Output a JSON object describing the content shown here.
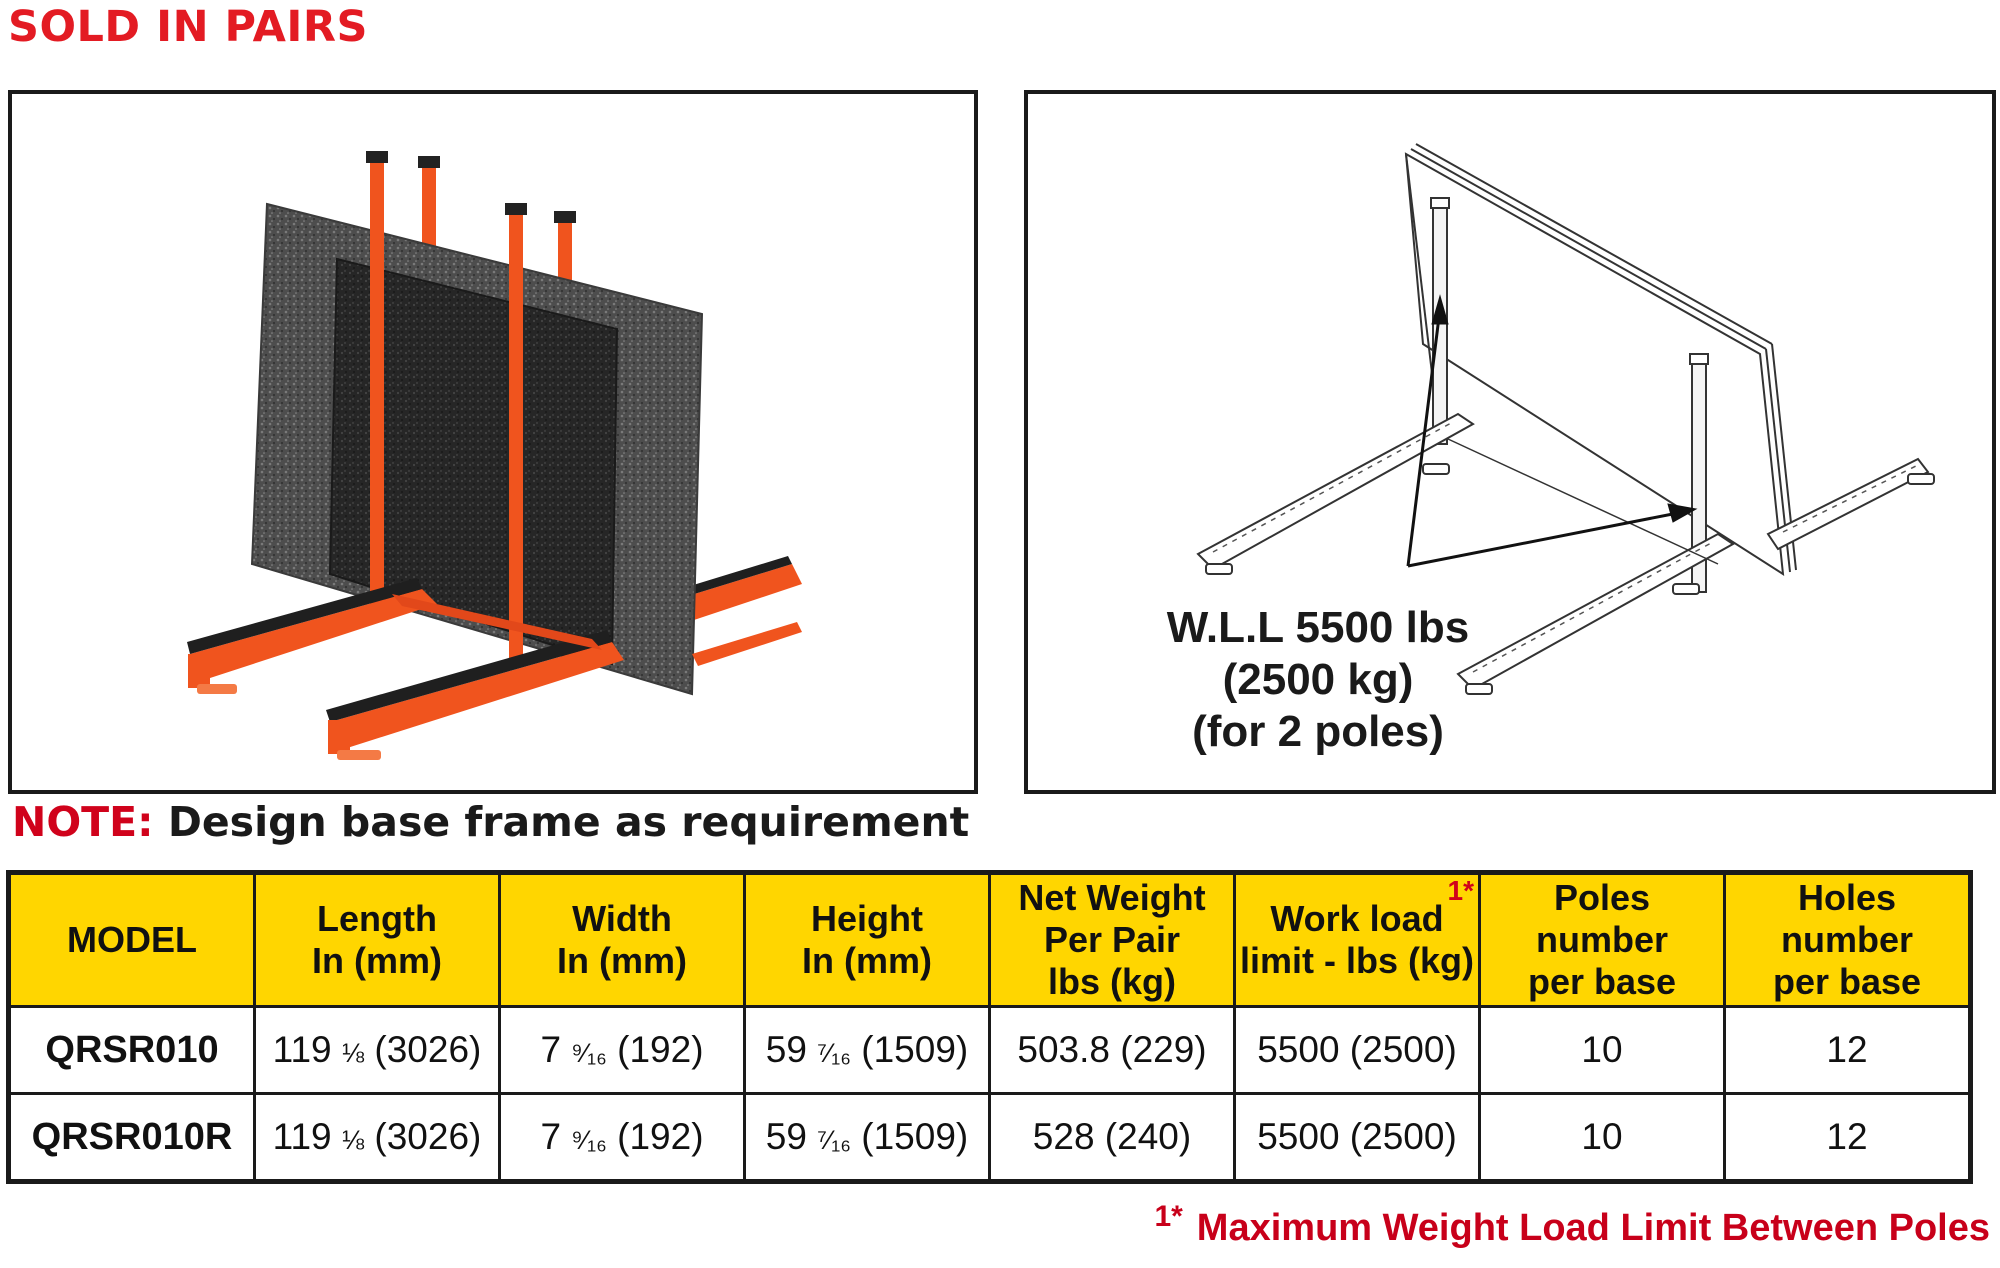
{
  "header": {
    "title": "SOLD IN PAIRS"
  },
  "colors": {
    "title_red": "#e31b23",
    "header_yellow": "#ffd600",
    "rack_orange": "#f0541e",
    "slab_gray": "#5a5a5a",
    "footnote_red": "#c8001a"
  },
  "left_panel": {
    "image": "product-photo-rack-with-stone-slabs",
    "description": "Orange A-frame style bundle rack with 4 poles holding two dark granite slabs"
  },
  "right_panel": {
    "image": "line-drawing-rack-with-slabs",
    "callout": {
      "line1": "W.L.L 5500 lbs",
      "line2": "(2500 kg)",
      "line3": "(for 2 poles)"
    }
  },
  "note": {
    "label": "NOTE:",
    "text": " Design base frame as requirement"
  },
  "table": {
    "headers": [
      {
        "line1": "MODEL",
        "line2": "",
        "line3": ""
      },
      {
        "line1": "Length",
        "line2": "In (mm)",
        "line3": ""
      },
      {
        "line1": "Width",
        "line2": "In (mm)",
        "line3": ""
      },
      {
        "line1": "Height",
        "line2": "In (mm)",
        "line3": ""
      },
      {
        "line1": "Net Weight",
        "line2": "Per Pair",
        "line3": "lbs (kg)"
      },
      {
        "line1": "Work load",
        "line2": "limit - lbs (kg)",
        "line3": "",
        "superscript": "1*"
      },
      {
        "line1": "Poles number",
        "line2": "per base",
        "line3": ""
      },
      {
        "line1": "Holes number",
        "line2": "per base",
        "line3": ""
      }
    ],
    "rows": [
      {
        "model": "QRSR010",
        "length_whole": "119",
        "length_frac": "⅛",
        "length_mm": "(3026)",
        "width_whole": "7",
        "width_frac": "⁹⁄₁₆",
        "width_mm": "(192)",
        "height_whole": "59",
        "height_frac": "⁷⁄₁₆",
        "height_mm": "(1509)",
        "net_weight": "503.8 (229)",
        "wll": "5500 (2500)",
        "poles": "10",
        "holes": "12"
      },
      {
        "model": "QRSR010R",
        "length_whole": "119",
        "length_frac": "⅛",
        "length_mm": "(3026)",
        "width_whole": "7",
        "width_frac": "⁹⁄₁₆",
        "width_mm": "(192)",
        "height_whole": "59",
        "height_frac": "⁷⁄₁₆",
        "height_mm": "(1509)",
        "net_weight": "528 (240)",
        "wll": "5500 (2500)",
        "poles": "10",
        "holes": "12"
      }
    ]
  },
  "footnote": {
    "mark": "1*",
    "text": "Maximum Weight Load Limit Between Poles"
  }
}
